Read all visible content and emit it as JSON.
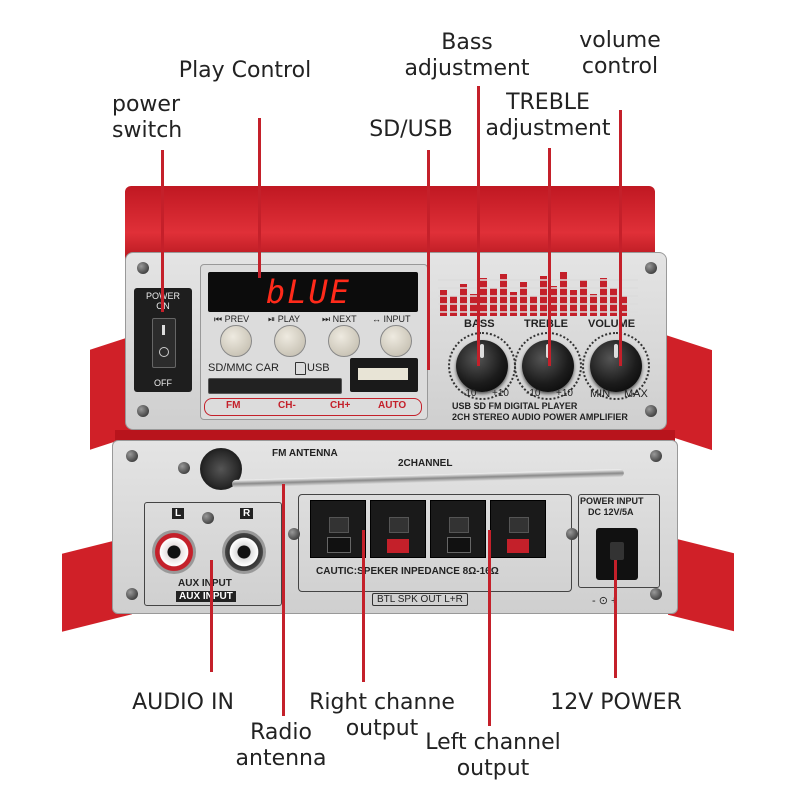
{
  "callouts": {
    "bass": [
      "Bass",
      "adjustment"
    ],
    "volume": [
      "volume",
      "control"
    ],
    "play": "Play Control",
    "power_switch": [
      "power",
      "switch"
    ],
    "treble": [
      "TREBLE",
      "adjustment"
    ],
    "sd_usb": "SD/USB",
    "audio_in": "AUDIO IN",
    "right_output": [
      "Right channe",
      "output"
    ],
    "radio_antenna": [
      "Radio",
      "antenna"
    ],
    "left_output": [
      "Left channel",
      "output"
    ],
    "power_12v": "12V POWER"
  },
  "front_panel": {
    "power_label": [
      "POWER",
      "ON"
    ],
    "off_label": "OFF",
    "display_text": "bLUE",
    "buttons": [
      "⏮ PREV",
      "⏯ PLAY",
      "⏭ NEXT",
      "↔ INPUT"
    ],
    "sd_label": "SD/MMC CAR",
    "usb_label": "USB",
    "modes": [
      "FM",
      "CH-",
      "CH+",
      "AUTO"
    ],
    "knob_labels": [
      "BASS",
      "TREBLE",
      "VOLUME"
    ],
    "scale_bass": [
      "-10",
      "+10"
    ],
    "scale_treble": [
      "-10",
      "+10"
    ],
    "scale_volume": [
      "MIN",
      "MAX"
    ],
    "desc_line1": "USB SD FM DIGITAL PLAYER",
    "desc_line2": "2CH STEREO AUDIO POWER AMPLIFIER"
  },
  "back_panel": {
    "fm_antenna": "FM ANTENNA",
    "two_channel": "2CHANNEL",
    "aux_l": "L",
    "aux_r": "R",
    "aux_input_1": "AUX INPUT",
    "aux_input_2": "AUX INPUT",
    "power_input": "POWER INPUT",
    "power_spec": "DC 12V/5A",
    "polarity": "- ⊙ +",
    "caution": "CAUTIC:SPEKER INPEDANCE 8Ω-16Ω",
    "btl": "BTL SPK OUT L+R"
  },
  "colors": {
    "accent": "#c4202a",
    "panel": "#d8d8d8",
    "display_red": "#ff2a1a"
  }
}
